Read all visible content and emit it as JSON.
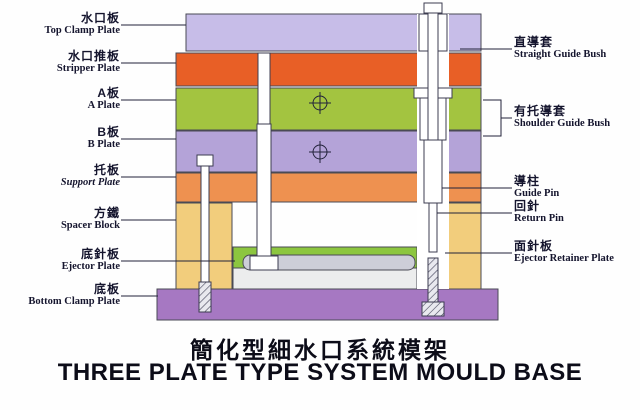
{
  "title": {
    "cn": "簡化型細水口系統模架",
    "en": "THREE PLATE TYPE SYSTEM MOULD BASE"
  },
  "left_labels": [
    {
      "cn": "水口板",
      "en": "Top Clamp Plate"
    },
    {
      "cn": "水口推板",
      "en": "Stripper Plate"
    },
    {
      "cn": "A板",
      "en": "A Plate"
    },
    {
      "cn": "B板",
      "en": "B Plate"
    },
    {
      "cn": "托板",
      "en": "Support Plate"
    },
    {
      "cn": "方鐵",
      "en": "Spacer Block"
    },
    {
      "cn": "底針板",
      "en": "Ejector Plate"
    },
    {
      "cn": "底板",
      "en": "Bottom Clamp Plate"
    }
  ],
  "right_labels": [
    {
      "cn": "直導套",
      "en": "Straight Guide Bush"
    },
    {
      "cn": "有托導套",
      "en": "Shoulder Guide Bush"
    },
    {
      "cn": "導柱",
      "en": "Guide Pin"
    },
    {
      "cn": "回針",
      "en": "Return Pin"
    },
    {
      "cn": "面針板",
      "en": "Ejector Retainer Plate"
    }
  ],
  "colors": {
    "top_clamp_plate": "#c7bde8",
    "stripper_plate": "#e85f26",
    "a_plate": "#a3c440",
    "b_plate": "#b4a3d8",
    "support_plate": "#ee9150",
    "spacer_block": "#f2cd7c",
    "ejector_retainer_plate": "#8cc63f",
    "ejector_plate": "#eceded",
    "bottom_clamp_plate": "#a678c2"
  }
}
